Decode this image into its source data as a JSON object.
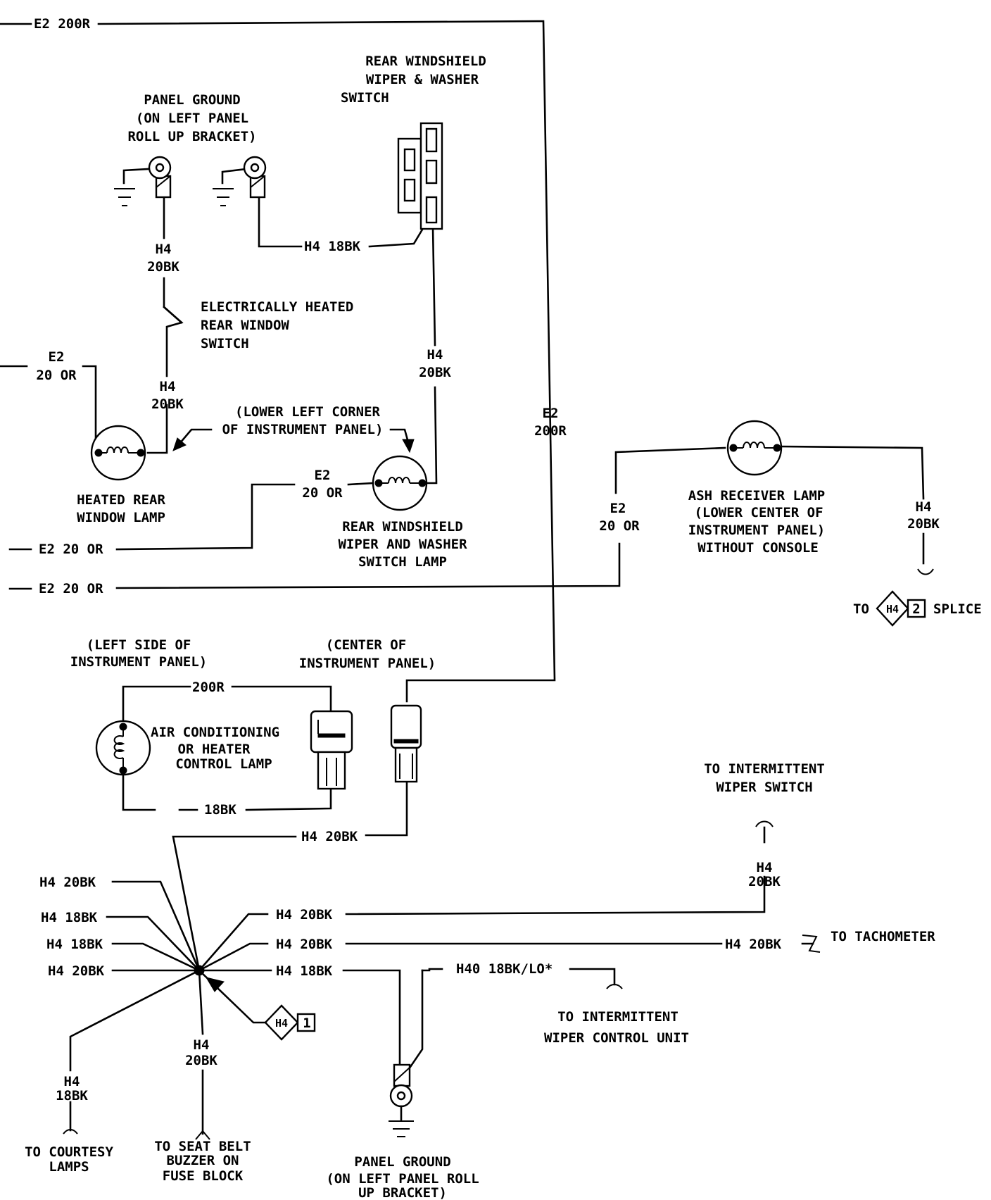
{
  "wires": {
    "e2_200r_top": "E2 200R",
    "e2_200r_vertical": [
      "E2",
      "200R"
    ],
    "h4_18bk_switch": "H4 18BK",
    "h4_20bk_ground": [
      "H4",
      "20BK"
    ],
    "h4_20bk_heated_switch": [
      "H4",
      "20BK"
    ],
    "h4_20bk_rear_switch": [
      "H4",
      "20BK"
    ],
    "e2_20or_heated_lamp": [
      "E2",
      "20 OR"
    ],
    "e2_20or_rear_lamp": [
      "E2",
      "20 OR"
    ],
    "e2_20or_left_1": "E2 20 OR",
    "e2_20or_left_2": "E2 20 OR",
    "e2_20or_ash": [
      "E2",
      "20 OR"
    ],
    "h4_20bk_ash": [
      "H4",
      "20BK"
    ],
    "ac_200r": "200R",
    "ac_18bk": "18BK",
    "h4_20bk_center": "H4 20BK",
    "splice_left": [
      "H4 20BK",
      "H4 18BK",
      "H4 18BK",
      "H4 20BK"
    ],
    "splice_right": [
      "H4 20BK",
      "H4 20BK",
      "H4 18BK"
    ],
    "h40_wire": "H40 18BK/LO*",
    "h4_20bk_tach": "H4 20BK",
    "h4_20bk_intermittent": [
      "H4",
      "20BK"
    ],
    "h4_20bk_seatbelt": [
      "H4",
      "20BK"
    ],
    "h4_18bk_courtesy": [
      "H4",
      "18BK"
    ]
  },
  "components": {
    "panel_ground_top": [
      "PANEL GROUND",
      "(ON LEFT PANEL",
      "ROLL UP BRACKET)"
    ],
    "rear_switch": [
      "REAR WINDSHIELD",
      "WIPER & WASHER",
      "SWITCH"
    ],
    "heated_switch": [
      "ELECTRICALLY HEATED",
      "REAR WINDOW",
      "SWITCH"
    ],
    "lower_left_note": [
      "(LOWER LEFT CORNER",
      "OF INSTRUMENT PANEL)"
    ],
    "heated_lamp": [
      "HEATED REAR",
      "WINDOW LAMP"
    ],
    "rear_switch_lamp": [
      "REAR WINDSHIELD",
      "WIPER AND WASHER",
      "SWITCH LAMP"
    ],
    "ash_lamp": [
      "ASH RECEIVER LAMP",
      "(LOWER CENTER OF",
      "INSTRUMENT PANEL)",
      "WITHOUT CONSOLE"
    ],
    "left_side_note": [
      "(LEFT SIDE OF",
      "INSTRUMENT PANEL)"
    ],
    "center_note": [
      "(CENTER OF",
      "INSTRUMENT PANEL)"
    ],
    "ac_lamp": [
      "AIR CONDITIONING",
      "OR HEATER",
      "CONTROL LAMP"
    ],
    "to_intermittent_switch": [
      "TO INTERMITTENT",
      "WIPER SWITCH"
    ],
    "to_tachometer": "TO TACHOMETER",
    "to_intermittent_unit": [
      "TO INTERMITTENT",
      "WIPER CONTROL UNIT"
    ],
    "to_courtesy": [
      "TO COURTESY",
      "LAMPS"
    ],
    "to_seatbelt": [
      "TO SEAT BELT",
      "BUZZER ON",
      "FUSE BLOCK"
    ],
    "panel_ground_bottom": [
      "PANEL GROUND",
      "(ON LEFT PANEL ROLL",
      "UP BRACKET)"
    ],
    "splice_h4_2": {
      "prefix": "TO",
      "code": "H4",
      "num": "2",
      "suffix": "SPLICE"
    },
    "splice_h4_1": {
      "code": "H4",
      "num": "1"
    }
  }
}
